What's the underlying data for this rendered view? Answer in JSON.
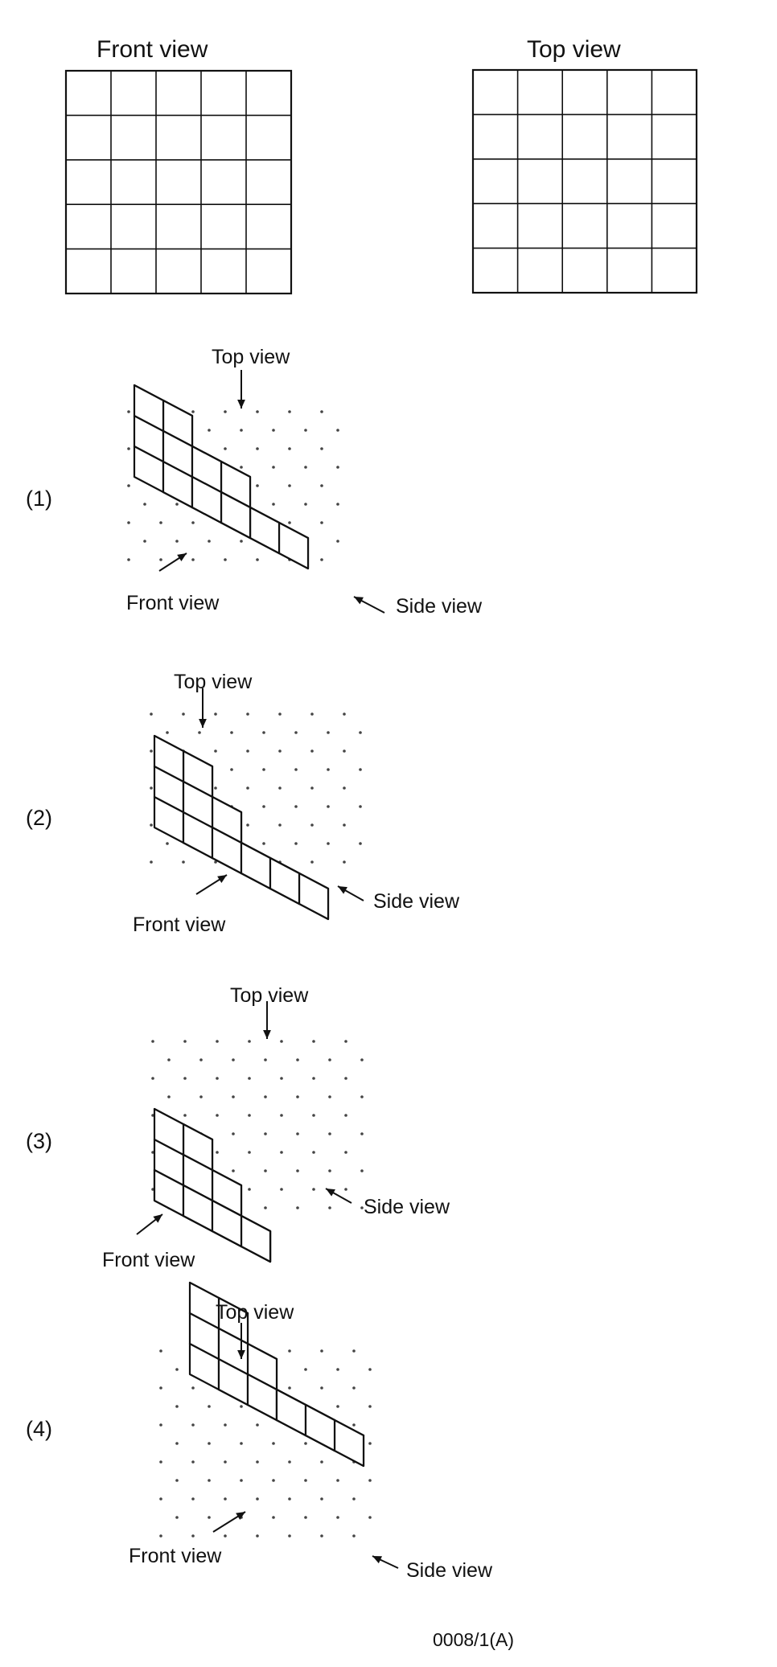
{
  "views": {
    "front_title": "Front view",
    "top_title": "Top view",
    "grid_rows": 5,
    "grid_cols": 5
  },
  "options": [
    {
      "number": "(1)",
      "top_label": "Top view",
      "front_label": "Front view",
      "side_label": "Side view"
    },
    {
      "number": "(2)",
      "top_label": "Top view",
      "front_label": "Front view",
      "side_label": "Side view"
    },
    {
      "number": "(3)",
      "top_label": "Top view",
      "front_label": "Front view",
      "side_label": "Side view"
    },
    {
      "number": "(4)",
      "top_label": "Top view",
      "front_label": "Front view",
      "side_label": "Side view"
    }
  ],
  "footer": {
    "code": "0008/1(A)"
  },
  "colors": {
    "ink": "#111111",
    "dot": "#444444"
  }
}
